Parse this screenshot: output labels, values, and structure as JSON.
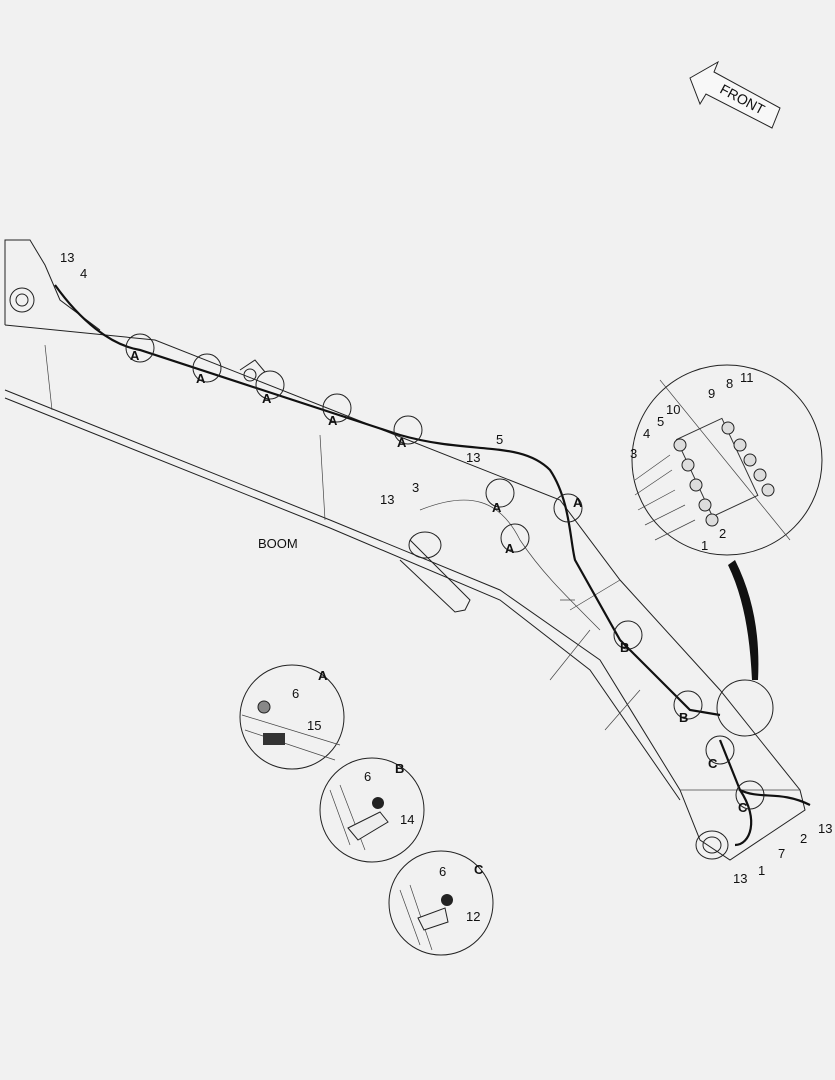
{
  "direction_label": "FRONT",
  "part_name": "BOOM",
  "main_callouts": [
    "13",
    "4",
    "A",
    "A",
    "A",
    "A",
    "A",
    "5",
    "13",
    "A",
    "A",
    "13",
    "3",
    "A",
    "B",
    "B",
    "C",
    "C",
    "2",
    "13",
    "7",
    "1",
    "13"
  ],
  "connector_inset_callouts": [
    "9",
    "8",
    "11",
    "10",
    "5",
    "4",
    "3",
    "2",
    "1"
  ],
  "detail_a": {
    "title": "A",
    "callouts": [
      "6",
      "15"
    ]
  },
  "detail_b": {
    "title": "B",
    "callouts": [
      "6",
      "14"
    ]
  },
  "detail_c": {
    "title": "C",
    "callouts": [
      "6",
      "12"
    ]
  }
}
